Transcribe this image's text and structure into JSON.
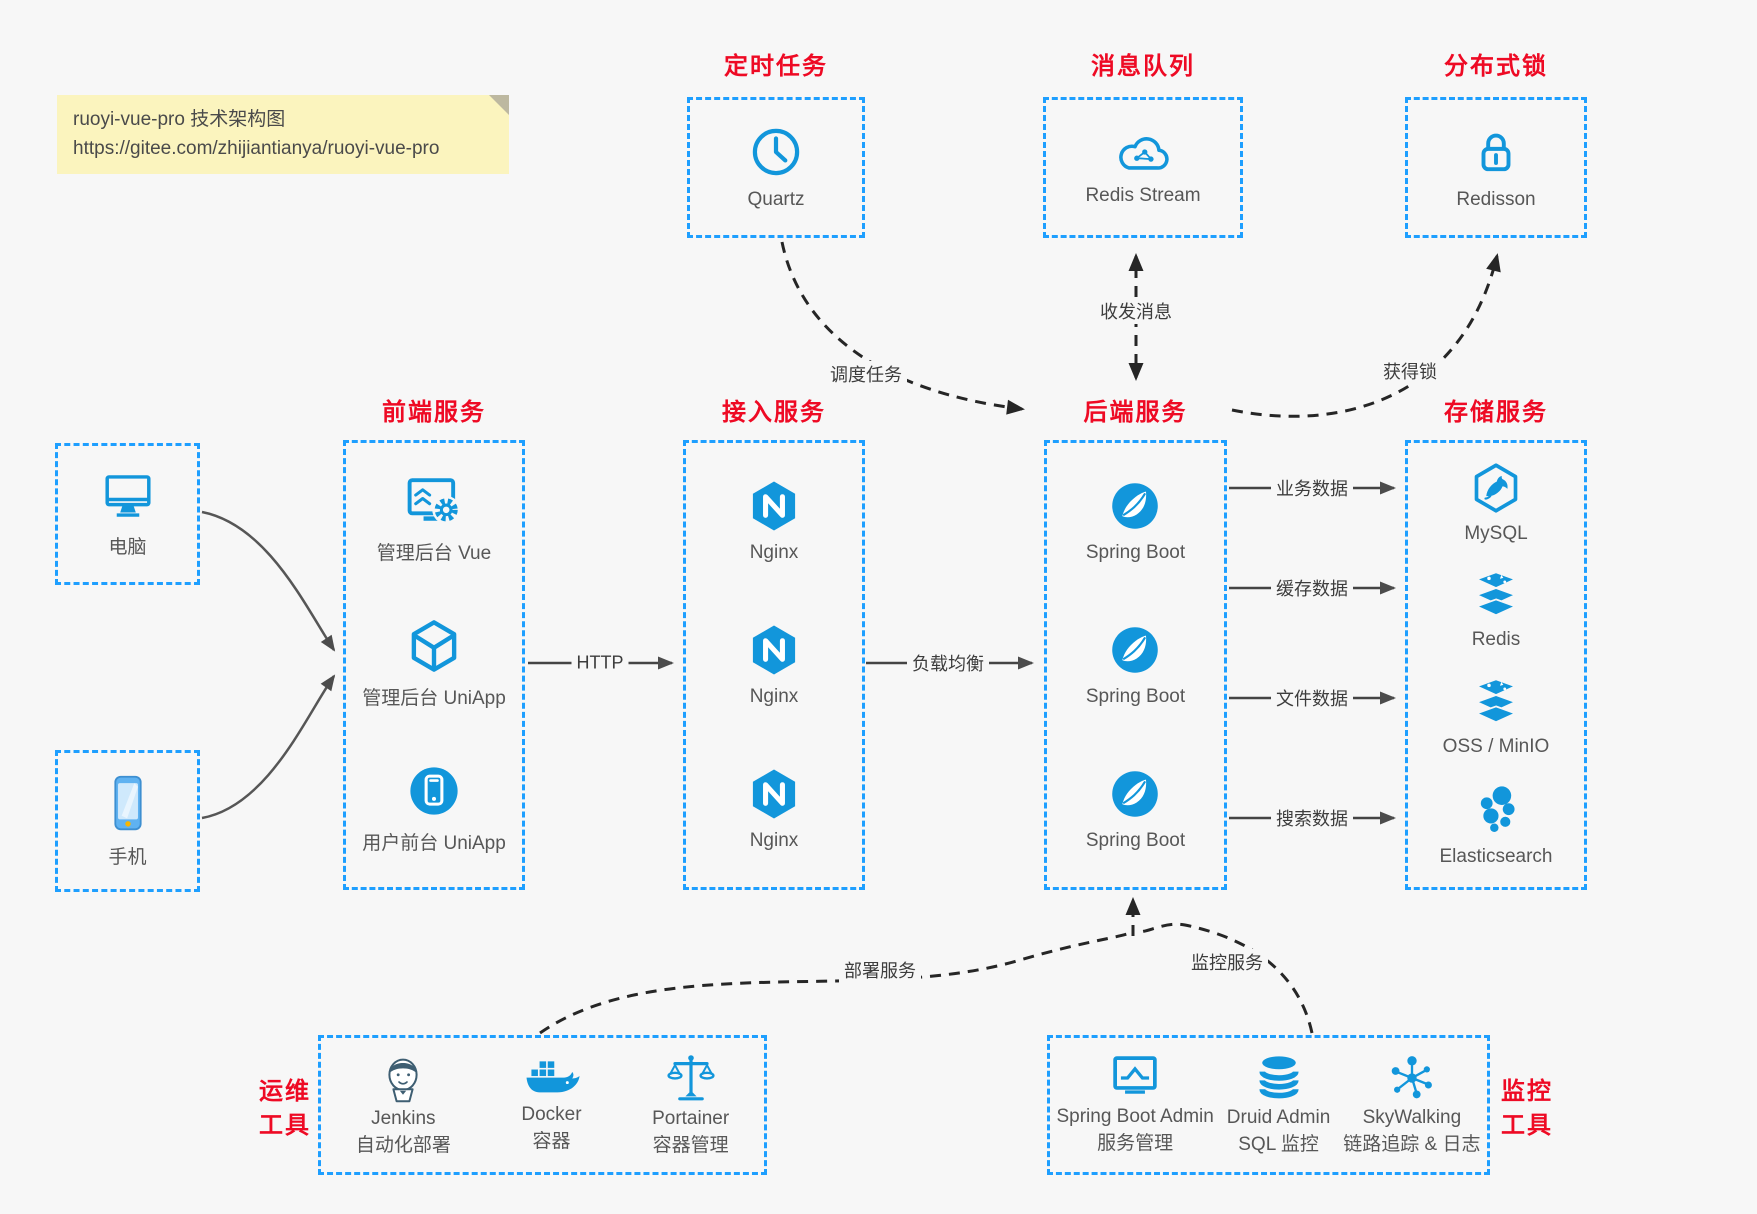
{
  "note": {
    "line1": "ruoyi-vue-pro 技术架构图",
    "line2": "https://gitee.com/zhijiantianya/ruoyi-vue-pro"
  },
  "colors": {
    "accent_blue_border": "#1E9FFF",
    "icon_blue": "#1296db",
    "title_red": "#ee0a24",
    "background": "#f7f7f7",
    "note_background": "#FBF4BE",
    "solid_arrow": "#4c4c4c",
    "dashed_arrow": "#262626"
  },
  "top_groups": [
    {
      "title": "定时任务",
      "label": "Quartz",
      "icon": "clock-icon"
    },
    {
      "title": "消息队列",
      "label": "Redis Stream",
      "icon": "cloud-network-icon"
    },
    {
      "title": "分布式锁",
      "label": "Redisson",
      "icon": "lock-icon"
    }
  ],
  "clients": [
    {
      "label": "电脑",
      "icon": "desktop-icon"
    },
    {
      "label": "手机",
      "icon": "phone-icon"
    }
  ],
  "columns": [
    {
      "title": "前端服务",
      "items": [
        "管理后台 Vue",
        "管理后台 UniApp",
        "用户前台 UniApp"
      ]
    },
    {
      "title": "接入服务",
      "items": [
        "Nginx",
        "Nginx",
        "Nginx"
      ]
    },
    {
      "title": "后端服务",
      "items": [
        "Spring Boot",
        "Spring Boot",
        "Spring Boot"
      ]
    },
    {
      "title": "存储服务",
      "items": [
        "MySQL",
        "Redis",
        "OSS / MinIO",
        "Elasticsearch"
      ]
    }
  ],
  "edges": {
    "http": "HTTP",
    "load_balance": "负载均衡",
    "schedule": "调度任务",
    "message": "收发消息",
    "lock": "获得锁",
    "deploy": "部署服务",
    "monitor": "监控服务",
    "data_labels": [
      "业务数据",
      "缓存数据",
      "文件数据",
      "搜索数据"
    ]
  },
  "bottom_groups": [
    {
      "title_line1": "运维",
      "title_line2": "工具",
      "items": [
        {
          "name": "Jenkins",
          "desc": "自动化部署",
          "icon": "jenkins-icon"
        },
        {
          "name": "Docker",
          "desc": "容器",
          "icon": "docker-icon"
        },
        {
          "name": "Portainer",
          "desc": "容器管理",
          "icon": "portainer-icon"
        }
      ]
    },
    {
      "title_line1": "监控",
      "title_line2": "工具",
      "items": [
        {
          "name": "Spring Boot Admin",
          "desc": "服务管理",
          "icon": "spring-boot-admin-icon"
        },
        {
          "name": "Druid Admin",
          "desc": "SQL 监控",
          "icon": "database-icon"
        },
        {
          "name": "SkyWalking",
          "desc": "链路追踪 & 日志",
          "icon": "skywalking-icon"
        }
      ]
    }
  ]
}
